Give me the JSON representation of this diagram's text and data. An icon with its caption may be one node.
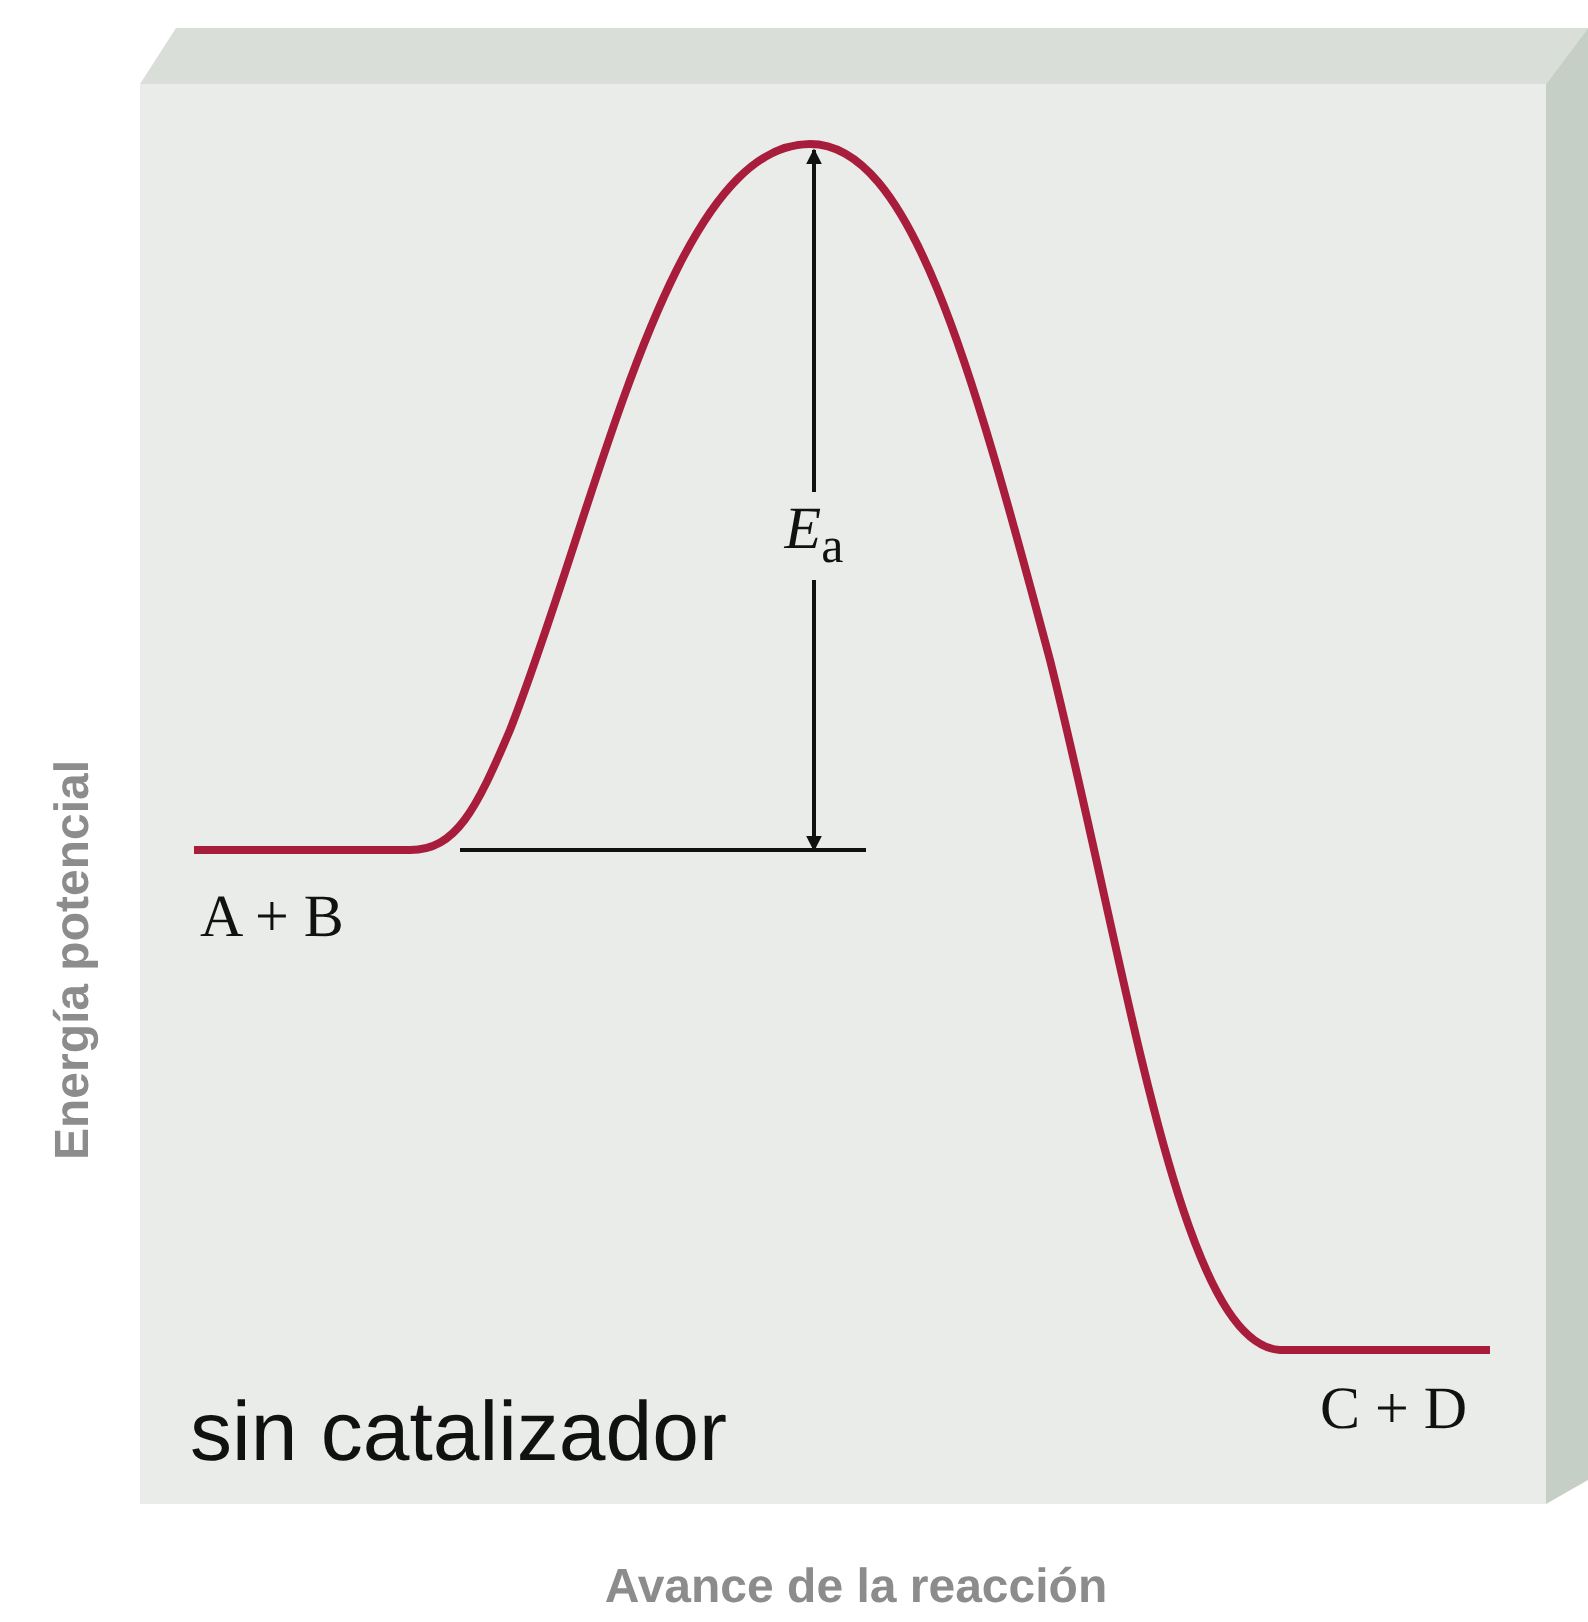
{
  "diagram": {
    "labels": [
      "*E*$_{a}$",
      "A + B",
      "C + D",
      "sin catalizador",
      "Energía potencial",
      "Avance de la reacción"
    ]
  }
}
